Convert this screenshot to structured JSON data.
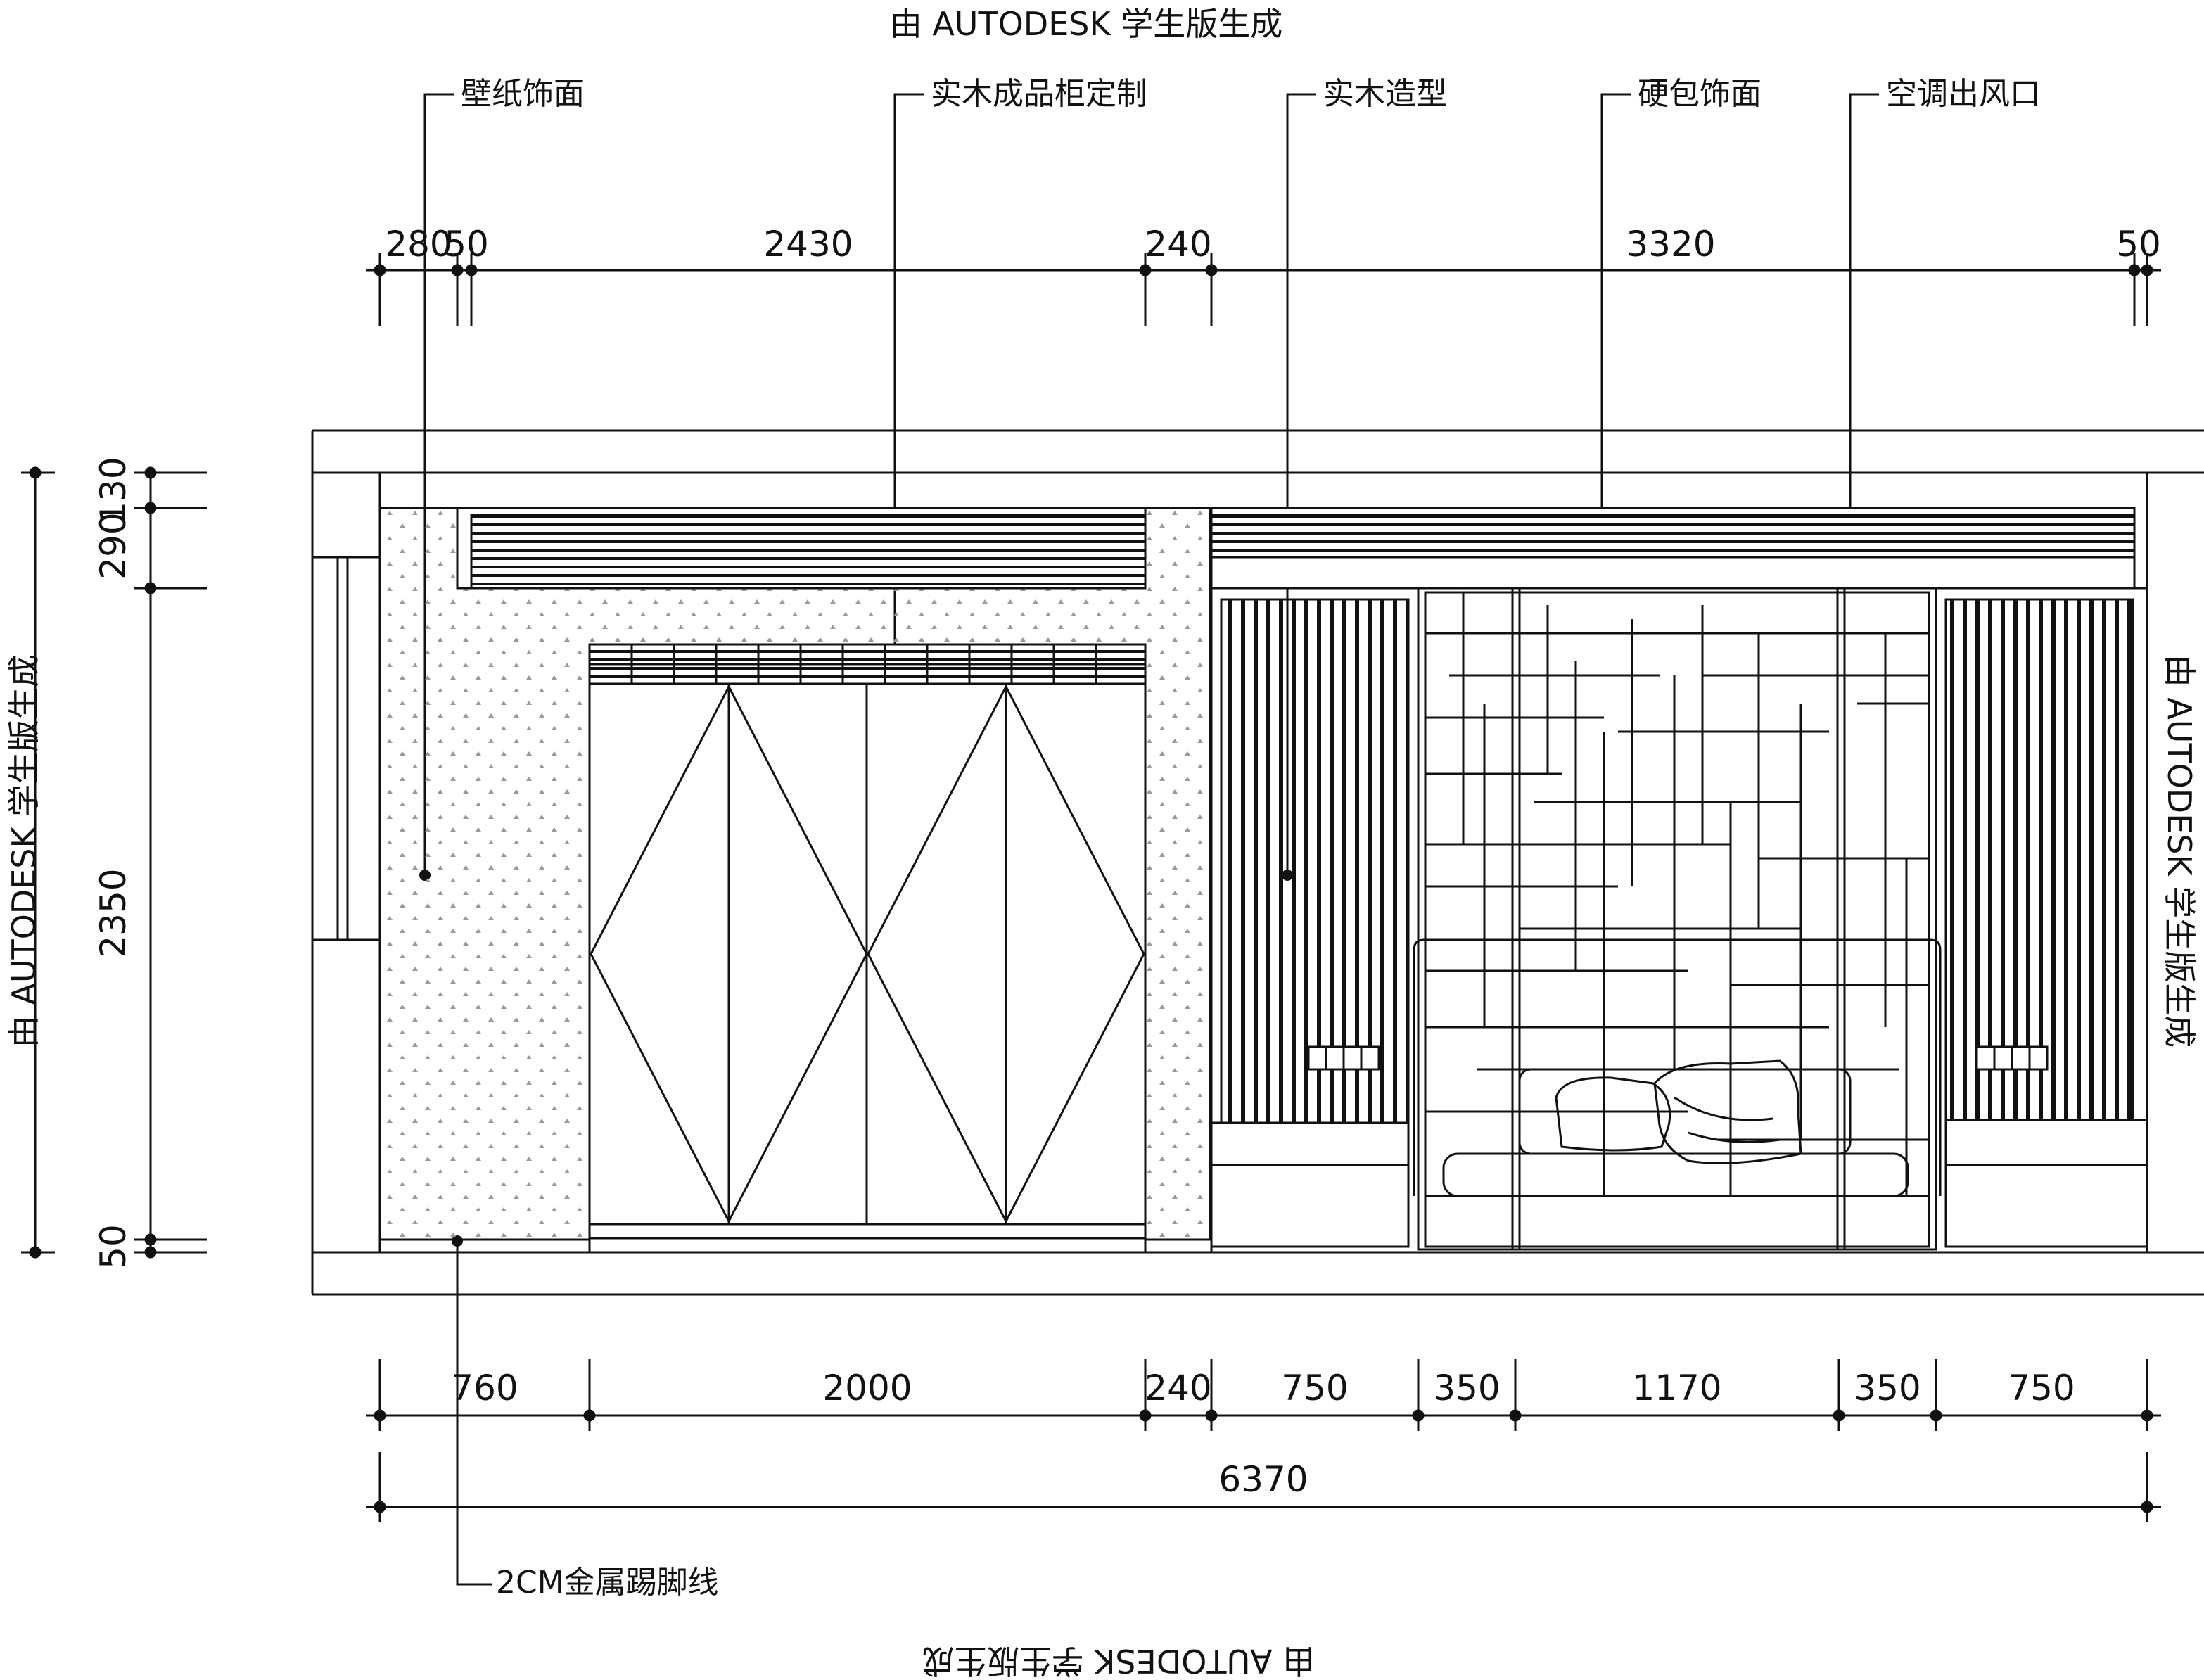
{
  "watermarks": {
    "top": "由 AUTODESK 学生版生成",
    "bottom": "由 AUTODESK 学生版生成",
    "left": "由 AUTODESK 学生版生成",
    "right": "由 AUTODESK 学生版生成"
  },
  "callouts": [
    {
      "label": "壁纸饰面"
    },
    {
      "label": "实木成品柜定制"
    },
    {
      "label": "实木造型"
    },
    {
      "label": "硬包饰面"
    },
    {
      "label": "空调出风口"
    },
    {
      "label": "2CM金属踢脚线"
    }
  ],
  "dimensions": {
    "top": [
      "280",
      "50",
      "2430",
      "240",
      "3320",
      "50"
    ],
    "bottom": [
      "760",
      "2000",
      "240",
      "750",
      "350",
      "1170",
      "350",
      "750"
    ],
    "total": "6370",
    "left": [
      "130",
      "290",
      "2350",
      "50"
    ]
  },
  "colors": {
    "line": "#111111",
    "wallpaper_dot": "#9a9a9a",
    "background": "#ffffff"
  }
}
